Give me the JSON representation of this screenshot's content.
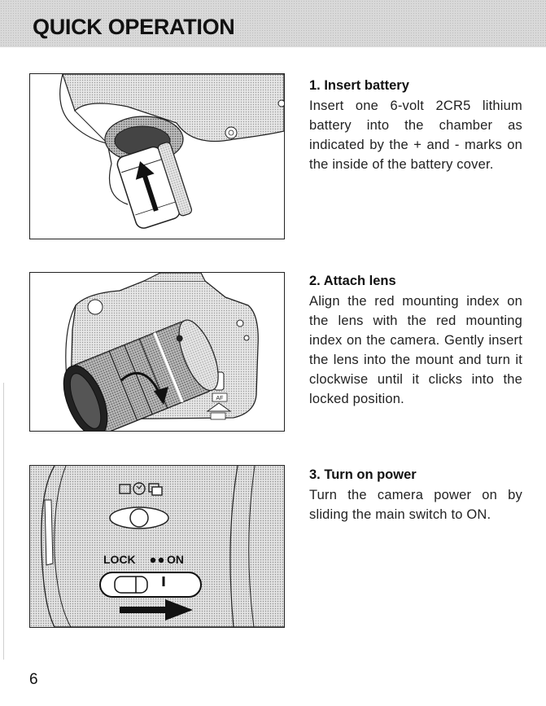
{
  "header": {
    "title": "QUICK OPERATION"
  },
  "steps": [
    {
      "title": "1. Insert battery",
      "body": "Insert one 6-volt 2CR5 lithium battery into the chamber as indicated by the + and - marks on the inside of the battery cover."
    },
    {
      "title": "2. Attach lens",
      "body": "Align the red mounting index on the lens with the red mounting index on the camera. Gently insert the lens into the mount and turn it clockwise until it clicks into the locked position."
    },
    {
      "title": "3. Turn on power",
      "body": "Turn the camera power on by sliding the main switch to ON."
    }
  ],
  "illustrations": {
    "switch_lock_label": "LOCK",
    "switch_on_label": "ON",
    "lens_badge": "AF"
  },
  "page_number": "6"
}
